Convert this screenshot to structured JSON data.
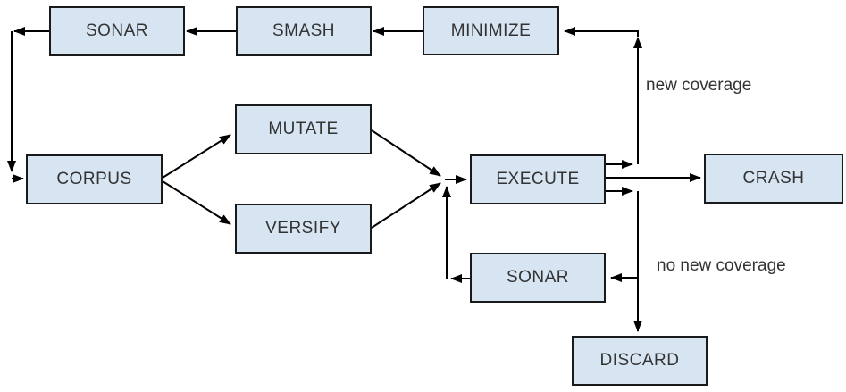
{
  "diagram": {
    "nodes": [
      {
        "id": "sonar-top",
        "label": "SONAR"
      },
      {
        "id": "smash",
        "label": "SMASH"
      },
      {
        "id": "minimize",
        "label": "MINIMIZE"
      },
      {
        "id": "corpus",
        "label": "CORPUS"
      },
      {
        "id": "mutate",
        "label": "MUTATE"
      },
      {
        "id": "versify",
        "label": "VERSIFY"
      },
      {
        "id": "execute",
        "label": "EXECUTE"
      },
      {
        "id": "crash",
        "label": "CRASH"
      },
      {
        "id": "sonar-bottom",
        "label": "SONAR"
      },
      {
        "id": "discard",
        "label": "DISCARD"
      }
    ],
    "edge_labels": {
      "new_coverage": "new coverage",
      "no_new_coverage": "no new coverage"
    },
    "edges": [
      {
        "from": "SMASH",
        "to": "SONAR (top)",
        "label": ""
      },
      {
        "from": "MINIMIZE",
        "to": "SMASH",
        "label": ""
      },
      {
        "from": "SONAR (top)",
        "to": "CORPUS",
        "label": ""
      },
      {
        "from": "CORPUS",
        "to": "MUTATE",
        "label": ""
      },
      {
        "from": "CORPUS",
        "to": "VERSIFY",
        "label": ""
      },
      {
        "from": "MUTATE",
        "to": "EXECUTE",
        "label": ""
      },
      {
        "from": "VERSIFY",
        "to": "EXECUTE",
        "label": ""
      },
      {
        "from": "SONAR (bottom)",
        "to": "EXECUTE",
        "label": ""
      },
      {
        "from": "EXECUTE",
        "to": "MINIMIZE",
        "label": "new coverage"
      },
      {
        "from": "EXECUTE",
        "to": "CRASH",
        "label": ""
      },
      {
        "from": "EXECUTE",
        "to": "SONAR (bottom)",
        "label": "no new coverage"
      },
      {
        "from": "EXECUTE",
        "to": "DISCARD",
        "label": ""
      }
    ],
    "colors": {
      "background": "#ffffff",
      "node_fill": "#d7e4f2",
      "node_border": "#1a1a1a",
      "arrow": "#000000",
      "text": "#333333"
    }
  }
}
